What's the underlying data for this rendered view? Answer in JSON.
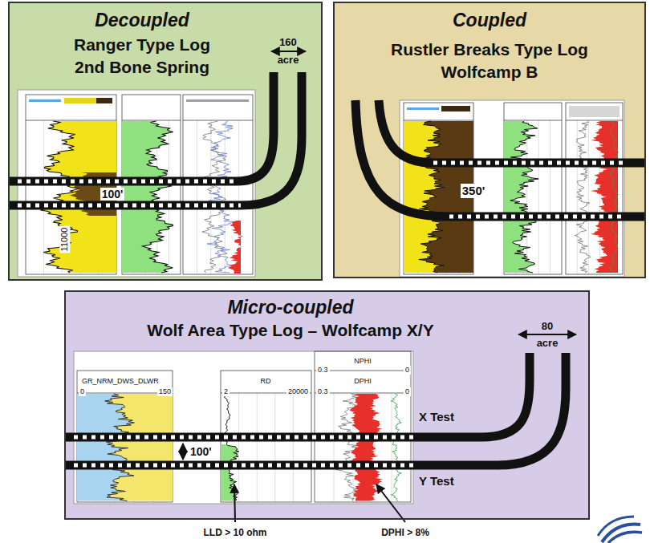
{
  "diagram": {
    "nodes": [
      {
        "text": [
          "Decoupled",
          "Ranger Type Log 2nd Bone Spring"
        ]
      },
      {
        "text": [
          "Coupled",
          "Rustler Breaks Type Log Wolfcamp B"
        ]
      },
      {
        "text": [
          "Micro-coupled",
          "Wolf Area Type Log – Wolfcamp X/Y"
        ]
      }
    ],
    "labels": [
      "160 acre",
      "100'",
      "11000",
      "350'",
      "80 acre",
      "GR_NRM_DWS_DLWR",
      "0",
      "150",
      "RD",
      "2",
      "20000",
      "NPHI",
      "0.3",
      "0",
      "DPHI",
      "0.3",
      "0",
      "100'",
      "X Test",
      "Y Test",
      "LLD > 10 ohm",
      "DPHI > 8%"
    ]
  }
}
